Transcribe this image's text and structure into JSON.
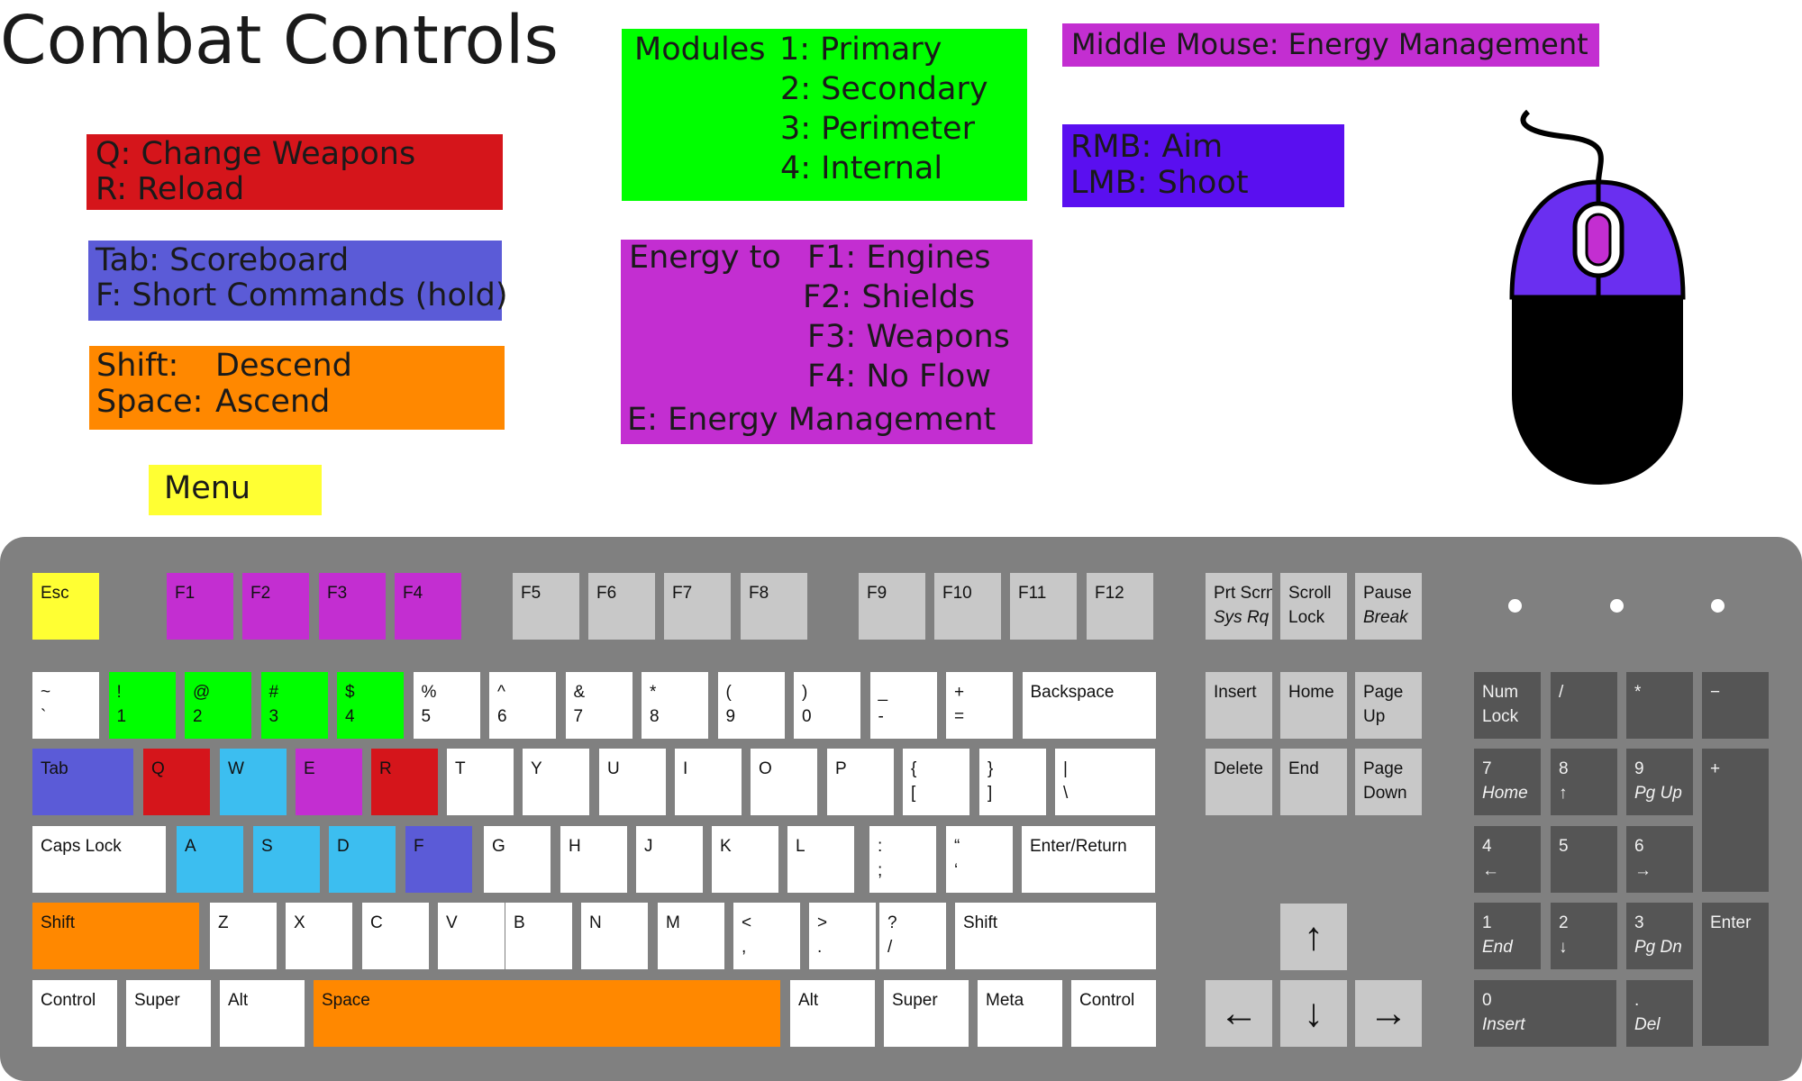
{
  "title": "Combat Controls",
  "colors": {
    "red": "#d5151b",
    "blue": "#5b5bd7",
    "orange": "#ff8800",
    "yellow": "#ffff33",
    "green": "#00ff00",
    "magenta": "#c32ed1",
    "violet": "#5a0ff0",
    "cyan": "#3cbef0",
    "mouse_top": "#6a2ff0",
    "mouse_wheel": "#c32ed1",
    "mouse_body": "#000000",
    "keyboard": "#808080",
    "key_light": "#c8c8c8",
    "key_dark": "#555555"
  },
  "legend": {
    "weapons": [
      "Q: Change Weapons",
      "R: Reload"
    ],
    "commands": [
      "Tab: Scoreboard",
      "F: Short Commands (hold)"
    ],
    "movement": {
      "shift_key": "Shift:",
      "shift_action": "Descend",
      "space_key": "Space:",
      "space_action": "Ascend"
    },
    "menu": "Menu",
    "modules": {
      "prefix": "Modules",
      "items": [
        "1: Primary",
        "2: Secondary",
        "3: Perimeter",
        "4: Internal"
      ]
    },
    "energy": {
      "prefix": "Energy to",
      "items": [
        "F1: Engines",
        "F2: Shields",
        "F3: Weapons",
        "F4: No Flow"
      ],
      "footer": "E: Energy Management"
    },
    "middle_mouse": "Middle Mouse: Energy Management",
    "mouse_buttons": [
      "RMB: Aim",
      "LMB: Shoot"
    ]
  },
  "keyboard": {
    "f_row": [
      {
        "l": [
          "Esc"
        ],
        "c": "yellow"
      },
      {
        "l": [
          "F1"
        ],
        "c": "magenta"
      },
      {
        "l": [
          "F2"
        ],
        "c": "magenta"
      },
      {
        "l": [
          "F3"
        ],
        "c": "magenta"
      },
      {
        "l": [
          "F4"
        ],
        "c": "magenta"
      },
      {
        "l": [
          "F5"
        ],
        "c": "light"
      },
      {
        "l": [
          "F6"
        ],
        "c": "light"
      },
      {
        "l": [
          "F7"
        ],
        "c": "light"
      },
      {
        "l": [
          "F8"
        ],
        "c": "light"
      },
      {
        "l": [
          "F9"
        ],
        "c": "light"
      },
      {
        "l": [
          "F10"
        ],
        "c": "light"
      },
      {
        "l": [
          "F11"
        ],
        "c": "light"
      },
      {
        "l": [
          "F12"
        ],
        "c": "light"
      }
    ],
    "row1": [
      {
        "l": [
          "~",
          "`"
        ],
        "c": "white"
      },
      {
        "l": [
          "!",
          "1"
        ],
        "c": "green"
      },
      {
        "l": [
          "@",
          "2"
        ],
        "c": "green"
      },
      {
        "l": [
          "#",
          "3"
        ],
        "c": "green"
      },
      {
        "l": [
          "$",
          "4"
        ],
        "c": "green"
      },
      {
        "l": [
          "%",
          "5"
        ],
        "c": "white"
      },
      {
        "l": [
          "^",
          "6"
        ],
        "c": "white"
      },
      {
        "l": [
          "&",
          "7"
        ],
        "c": "white"
      },
      {
        "l": [
          "*",
          "8"
        ],
        "c": "white"
      },
      {
        "l": [
          "(",
          "9"
        ],
        "c": "white"
      },
      {
        "l": [
          ")",
          "0"
        ],
        "c": "white"
      },
      {
        "l": [
          "_",
          "-"
        ],
        "c": "white"
      },
      {
        "l": [
          "+",
          "="
        ],
        "c": "white"
      },
      {
        "l": [
          "Backspace"
        ],
        "c": "white"
      }
    ],
    "row2": [
      {
        "l": [
          "Tab"
        ],
        "c": "blue"
      },
      {
        "l": [
          "Q"
        ],
        "c": "red"
      },
      {
        "l": [
          "W"
        ],
        "c": "cyan"
      },
      {
        "l": [
          "E"
        ],
        "c": "magenta"
      },
      {
        "l": [
          "R"
        ],
        "c": "red"
      },
      {
        "l": [
          "T"
        ],
        "c": "white"
      },
      {
        "l": [
          "Y"
        ],
        "c": "white"
      },
      {
        "l": [
          "U"
        ],
        "c": "white"
      },
      {
        "l": [
          "I"
        ],
        "c": "white"
      },
      {
        "l": [
          "O"
        ],
        "c": "white"
      },
      {
        "l": [
          "P"
        ],
        "c": "white"
      },
      {
        "l": [
          "{",
          "["
        ],
        "c": "white"
      },
      {
        "l": [
          "}",
          "]"
        ],
        "c": "white"
      },
      {
        "l": [
          "|",
          "\\"
        ],
        "c": "white"
      }
    ],
    "row3": [
      {
        "l": [
          "Caps Lock"
        ],
        "c": "white"
      },
      {
        "l": [
          "A"
        ],
        "c": "cyan"
      },
      {
        "l": [
          "S"
        ],
        "c": "cyan"
      },
      {
        "l": [
          "D"
        ],
        "c": "cyan"
      },
      {
        "l": [
          "F"
        ],
        "c": "blue"
      },
      {
        "l": [
          "G"
        ],
        "c": "white"
      },
      {
        "l": [
          "H"
        ],
        "c": "white"
      },
      {
        "l": [
          "J"
        ],
        "c": "white"
      },
      {
        "l": [
          "K"
        ],
        "c": "white"
      },
      {
        "l": [
          "L"
        ],
        "c": "white"
      },
      {
        "l": [
          ":",
          ";"
        ],
        "c": "white"
      },
      {
        "l": [
          "“",
          "‘"
        ],
        "c": "white"
      },
      {
        "l": [
          "Enter/Return"
        ],
        "c": "white"
      }
    ],
    "row4": [
      {
        "l": [
          "Shift"
        ],
        "c": "orange"
      },
      {
        "l": [
          "Z"
        ],
        "c": "white"
      },
      {
        "l": [
          "X"
        ],
        "c": "white"
      },
      {
        "l": [
          "C"
        ],
        "c": "white"
      },
      {
        "l": [
          "V"
        ],
        "c": "white"
      },
      {
        "l": [
          "B"
        ],
        "c": "white"
      },
      {
        "l": [
          "N"
        ],
        "c": "white"
      },
      {
        "l": [
          "M"
        ],
        "c": "white"
      },
      {
        "l": [
          "<",
          ","
        ],
        "c": "white"
      },
      {
        "l": [
          ">",
          "."
        ],
        "c": "white"
      },
      {
        "l": [
          "?",
          "/"
        ],
        "c": "white"
      },
      {
        "l": [
          "Shift"
        ],
        "c": "white"
      }
    ],
    "row5": [
      {
        "l": [
          "Control"
        ],
        "c": "white"
      },
      {
        "l": [
          "Super"
        ],
        "c": "white"
      },
      {
        "l": [
          "Alt"
        ],
        "c": "white"
      },
      {
        "l": [
          "Space"
        ],
        "c": "orange"
      },
      {
        "l": [
          "Alt"
        ],
        "c": "white"
      },
      {
        "l": [
          "Super"
        ],
        "c": "white"
      },
      {
        "l": [
          "Meta"
        ],
        "c": "white"
      },
      {
        "l": [
          "Control"
        ],
        "c": "white"
      }
    ],
    "sys": [
      {
        "l": [
          "Prt Scrn"
        ],
        "i": "Sys Rq"
      },
      {
        "l": [
          "Scroll",
          "Lock"
        ]
      },
      {
        "l": [
          "Pause"
        ],
        "i": "Break"
      }
    ],
    "nav": [
      {
        "l": [
          "Insert"
        ]
      },
      {
        "l": [
          "Home"
        ]
      },
      {
        "l": [
          "Page",
          "Up"
        ]
      },
      {
        "l": [
          "Delete"
        ]
      },
      {
        "l": [
          "End"
        ]
      },
      {
        "l": [
          "Page",
          "Down"
        ]
      }
    ],
    "arrows": [
      {
        "l": "↑",
        "n": "arrow-up-key"
      },
      {
        "l": "←",
        "n": "arrow-left-key"
      },
      {
        "l": "↓",
        "n": "arrow-down-key"
      },
      {
        "l": "→",
        "n": "arrow-right-key"
      }
    ],
    "numpad": [
      {
        "l": [
          "Num",
          "Lock"
        ]
      },
      {
        "l": [
          "/"
        ]
      },
      {
        "l": [
          "*"
        ]
      },
      {
        "l": [
          "−"
        ]
      },
      {
        "l": [
          "7"
        ],
        "i": "Home"
      },
      {
        "l": [
          "8",
          "↑"
        ]
      },
      {
        "l": [
          "9"
        ],
        "i": "Pg Up"
      },
      {
        "l": [
          "+"
        ]
      },
      {
        "l": [
          "4",
          "←"
        ]
      },
      {
        "l": [
          "5"
        ]
      },
      {
        "l": [
          "6",
          "→"
        ]
      },
      {
        "l": [
          "1"
        ],
        "i": "End"
      },
      {
        "l": [
          "2",
          "↓"
        ]
      },
      {
        "l": [
          "3"
        ],
        "i": "Pg Dn"
      },
      {
        "l": [
          "Enter"
        ]
      },
      {
        "l": [
          "0"
        ],
        "i": "Insert"
      },
      {
        "l": [
          "."
        ],
        "i": "Del"
      }
    ]
  }
}
